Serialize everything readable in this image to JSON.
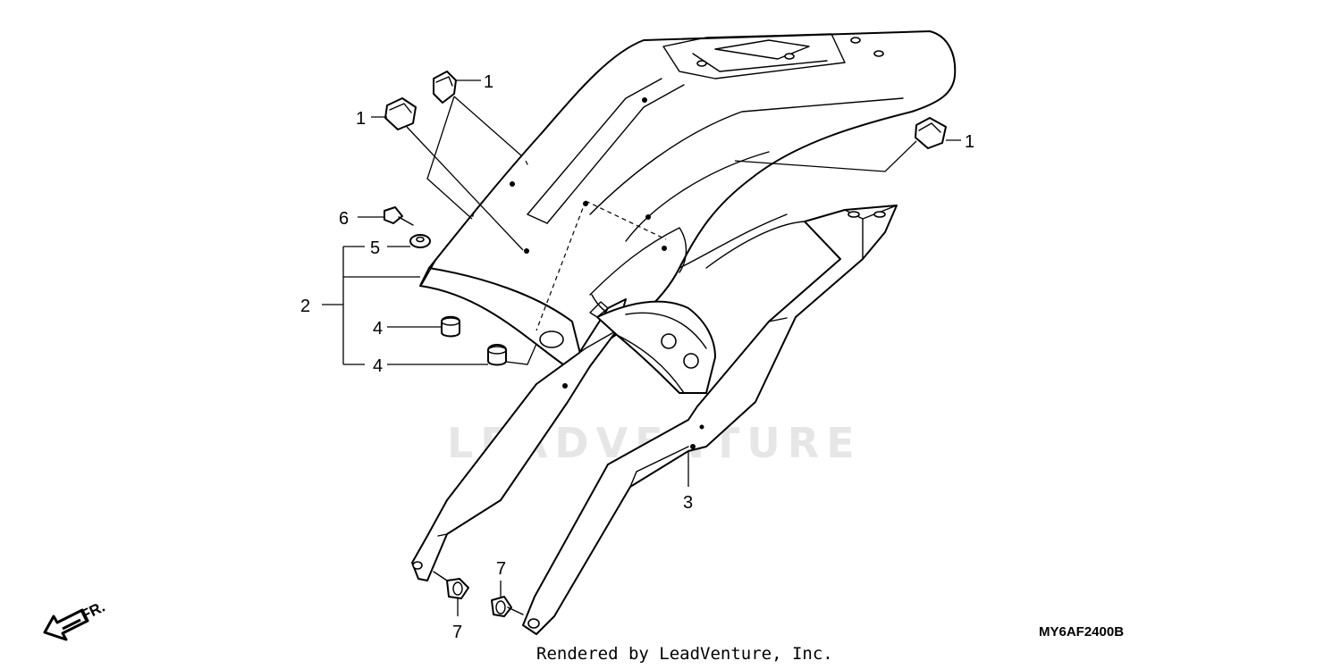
{
  "callouts": {
    "c1_top": "1",
    "c1_left": "1",
    "c1_right": "1",
    "c2": "2",
    "c3": "3",
    "c4_upper": "4",
    "c4_lower": "4",
    "c5": "5",
    "c6": "6",
    "c7_left": "7",
    "c7_right": "7"
  },
  "direction_label": "FR.",
  "diagram_code": "MY6AF2400B",
  "watermark": "LEADVENTURE",
  "credit": "Rendered by LeadVenture, Inc."
}
